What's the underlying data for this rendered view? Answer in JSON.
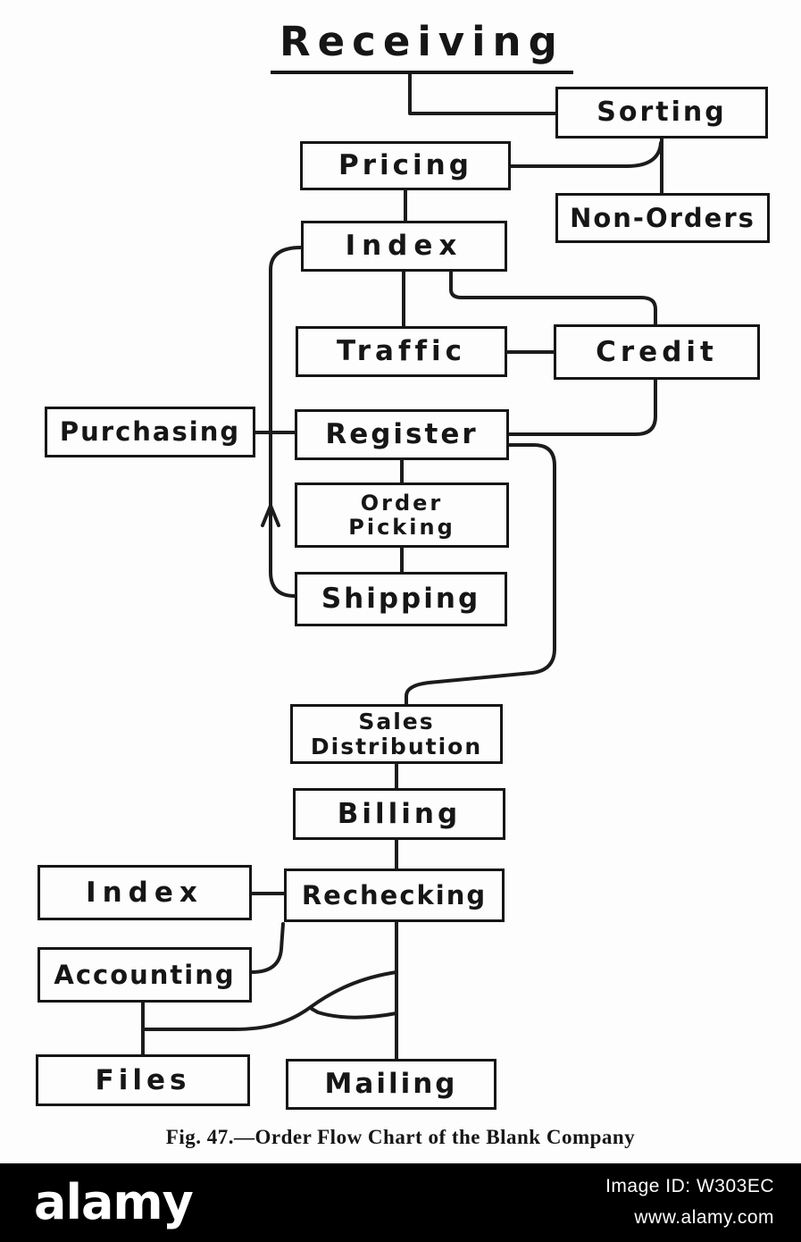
{
  "title": "Receiving",
  "nodes": {
    "sorting": "Sorting",
    "pricing": "Pricing",
    "non_orders": "Non-Orders",
    "index_top": "Index",
    "traffic": "Traffic",
    "credit": "Credit",
    "purchasing": "Purchasing",
    "register": "Register",
    "order_picking": "Order\nPicking",
    "shipping": "Shipping",
    "sales_distribution": "Sales\nDistribution",
    "billing": "Billing",
    "index_bottom": "Index",
    "rechecking": "Rechecking",
    "accounting": "Accounting",
    "files": "Files",
    "mailing": "Mailing"
  },
  "caption": "Fig. 47.—Order Flow Chart of the Blank Company",
  "watermark": {
    "logo": "alamy",
    "image_id": "Image ID: W303EC",
    "url": "www.alamy.com"
  }
}
